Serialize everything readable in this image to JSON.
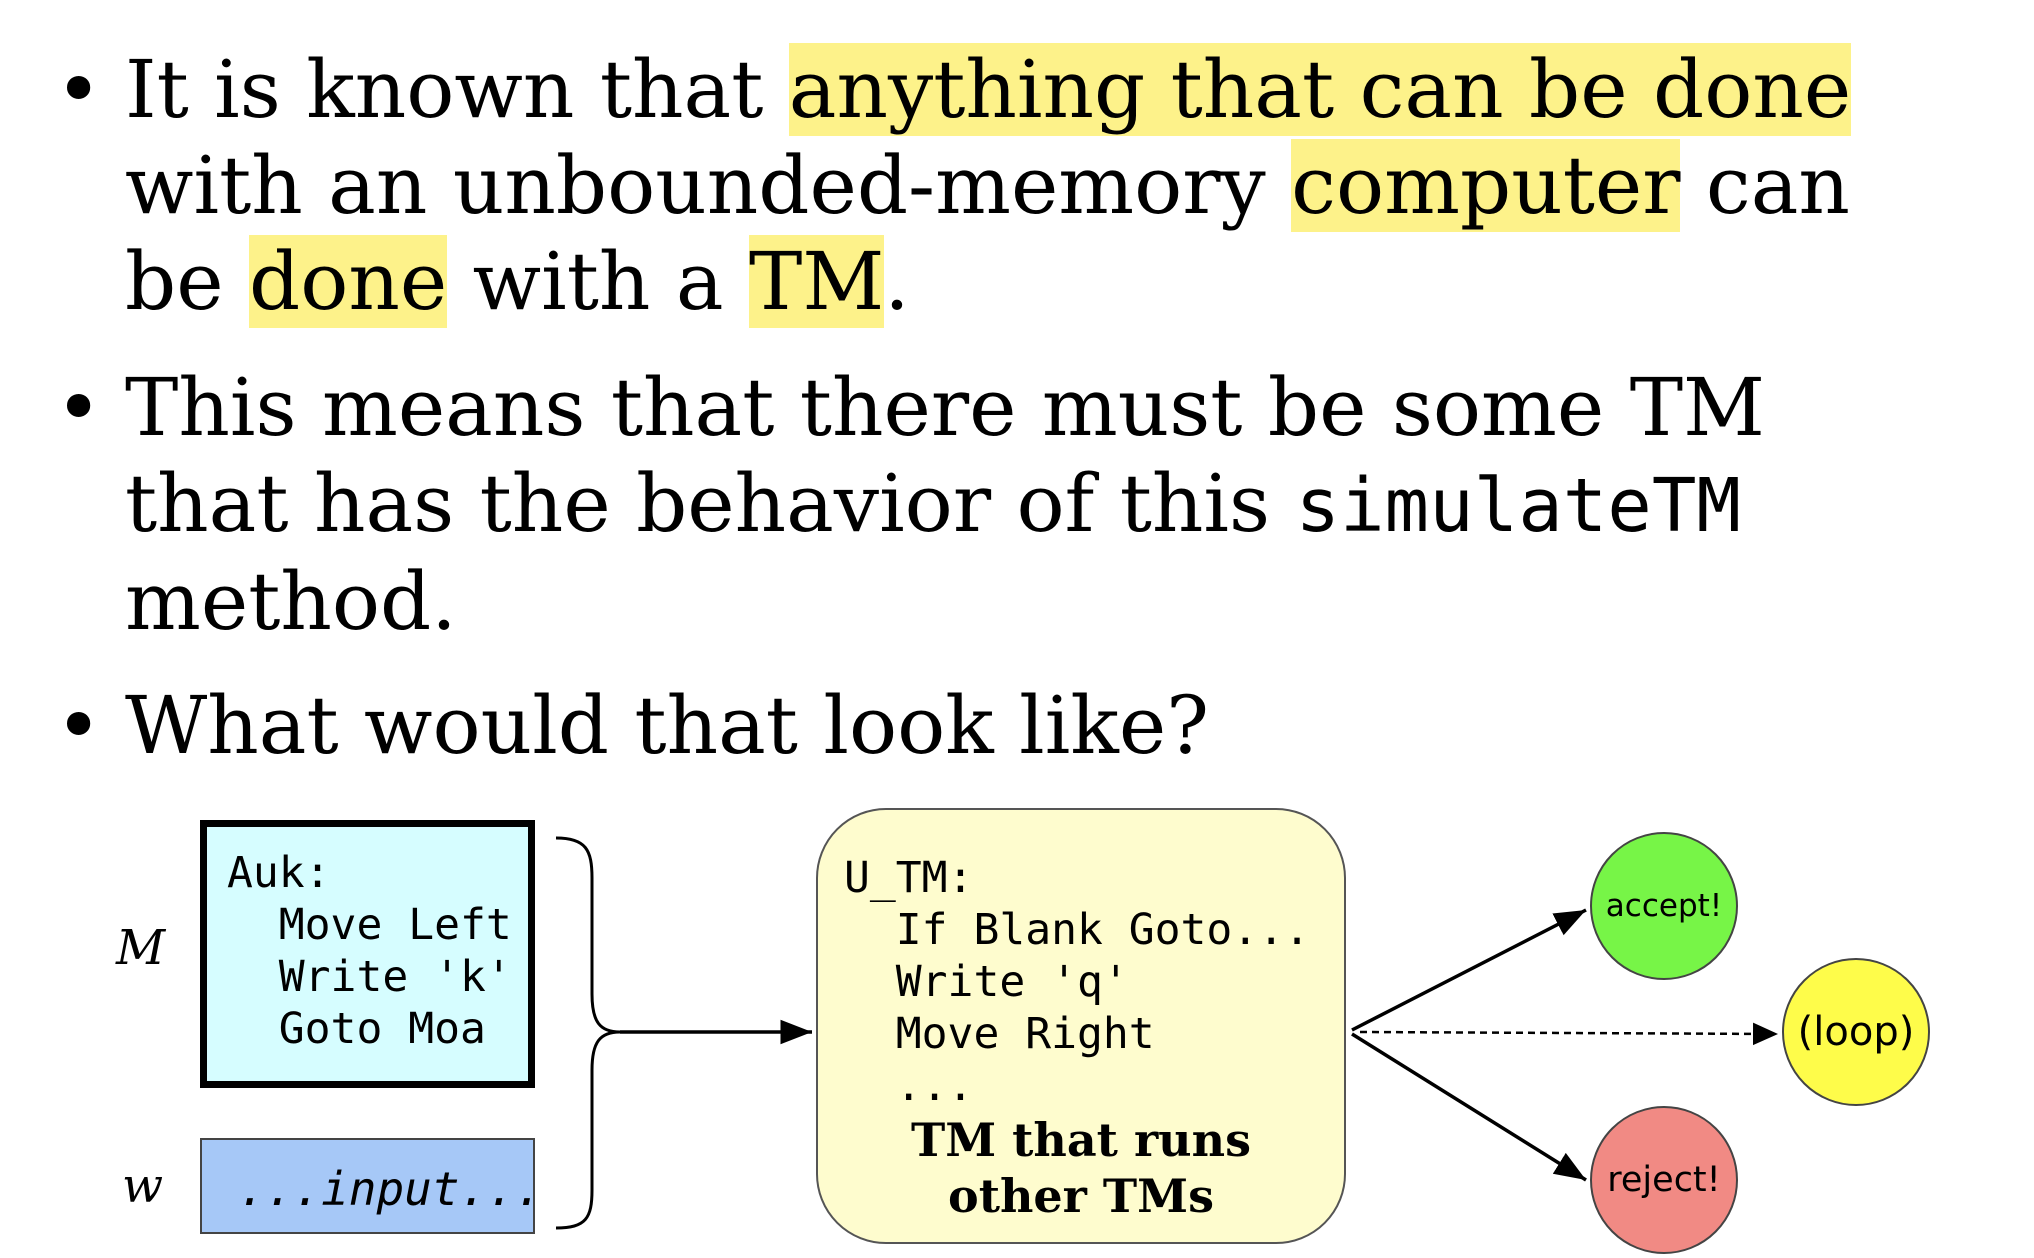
{
  "bullets": [
    {
      "segments": [
        {
          "text": "It is known that ",
          "hl": false
        },
        {
          "text": "anything that can be done",
          "hl": true
        },
        {
          "text": "\nwith an unbounded-memory ",
          "hl": false
        },
        {
          "text": "computer",
          "hl": true
        },
        {
          "text": " can\nbe ",
          "hl": false
        },
        {
          "text": "done",
          "hl": true
        },
        {
          "text": " with a ",
          "hl": false
        },
        {
          "text": "TM",
          "hl": true
        },
        {
          "text": ".",
          "hl": false
        }
      ]
    },
    {
      "line1": "This means that there must be some TM",
      "line2_pre": "that has the behavior of this ",
      "line2_code": "simulateTM",
      "line3": "method."
    },
    {
      "text": "What would that look like?"
    }
  ],
  "diagram": {
    "m_label": "M",
    "w_label": "w",
    "m_program": "Auk:\n  Move Left\n  Write 'k'\n  Goto Moa\n  …",
    "w_input": "...input...",
    "utm_program": "U_TM:\n  If Blank Goto...\n  Write 'q'\n  Move Right\n  ...",
    "utm_caption_line1": "TM that runs",
    "utm_caption_line2": "other TMs",
    "accept": "accept!",
    "loop": "(loop)",
    "reject": "reject!"
  },
  "colors": {
    "highlight": "#fdf28a",
    "m_box": "#d6fdff",
    "w_box": "#a6c8f7",
    "utm_box": "#fefcce",
    "accept": "#77f547",
    "loop": "#fefc4a",
    "reject": "#f18a84"
  }
}
